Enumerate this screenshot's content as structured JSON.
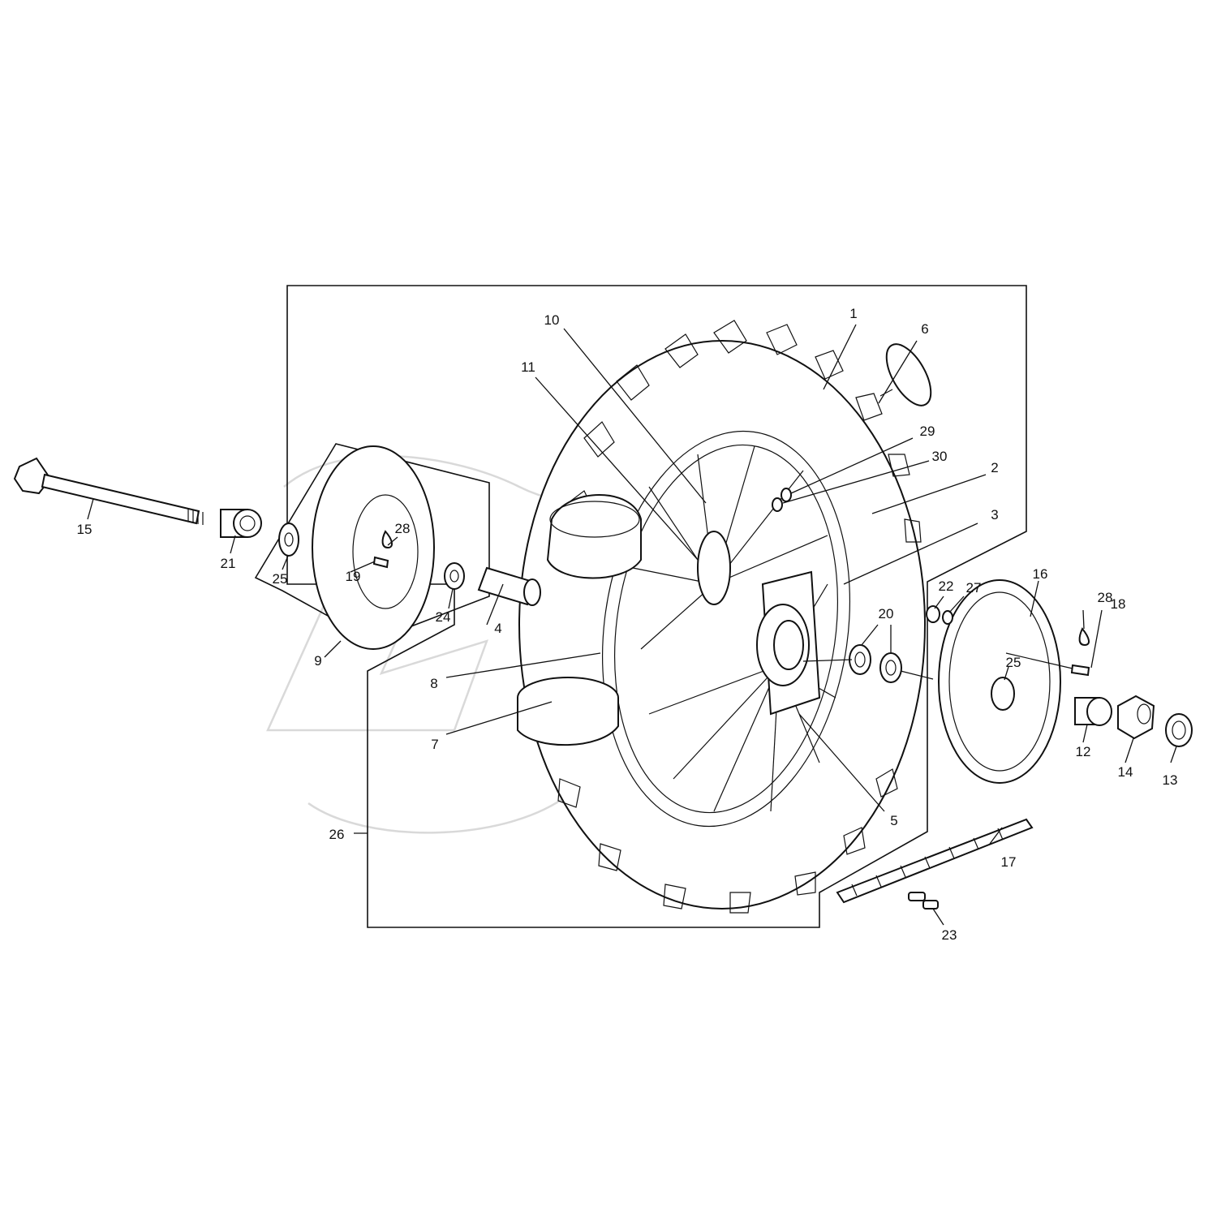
{
  "diagram": {
    "callouts": [
      {
        "id": "c1",
        "label": "1"
      },
      {
        "id": "c2",
        "label": "2"
      },
      {
        "id": "c3",
        "label": "3"
      },
      {
        "id": "c4",
        "label": "4"
      },
      {
        "id": "c5",
        "label": "5"
      },
      {
        "id": "c6",
        "label": "6"
      },
      {
        "id": "c7",
        "label": "7"
      },
      {
        "id": "c8",
        "label": "8"
      },
      {
        "id": "c9",
        "label": "9"
      },
      {
        "id": "c10",
        "label": "10"
      },
      {
        "id": "c11",
        "label": "11"
      },
      {
        "id": "c12",
        "label": "12"
      },
      {
        "id": "c13",
        "label": "13"
      },
      {
        "id": "c14",
        "label": "14"
      },
      {
        "id": "c15",
        "label": "15"
      },
      {
        "id": "c16",
        "label": "16"
      },
      {
        "id": "c17",
        "label": "17"
      },
      {
        "id": "c18",
        "label": "18"
      },
      {
        "id": "c19",
        "label": "19"
      },
      {
        "id": "c20",
        "label": "20"
      },
      {
        "id": "c21",
        "label": "21"
      },
      {
        "id": "c22",
        "label": "22"
      },
      {
        "id": "c23",
        "label": "23"
      },
      {
        "id": "c24",
        "label": "24"
      },
      {
        "id": "c25a",
        "label": "25"
      },
      {
        "id": "c25b",
        "label": "25"
      },
      {
        "id": "c26",
        "label": "26"
      },
      {
        "id": "c27",
        "label": "27"
      },
      {
        "id": "c28a",
        "label": "28"
      },
      {
        "id": "c28b",
        "label": "28"
      },
      {
        "id": "c29",
        "label": "29"
      },
      {
        "id": "c30",
        "label": "30"
      }
    ]
  }
}
